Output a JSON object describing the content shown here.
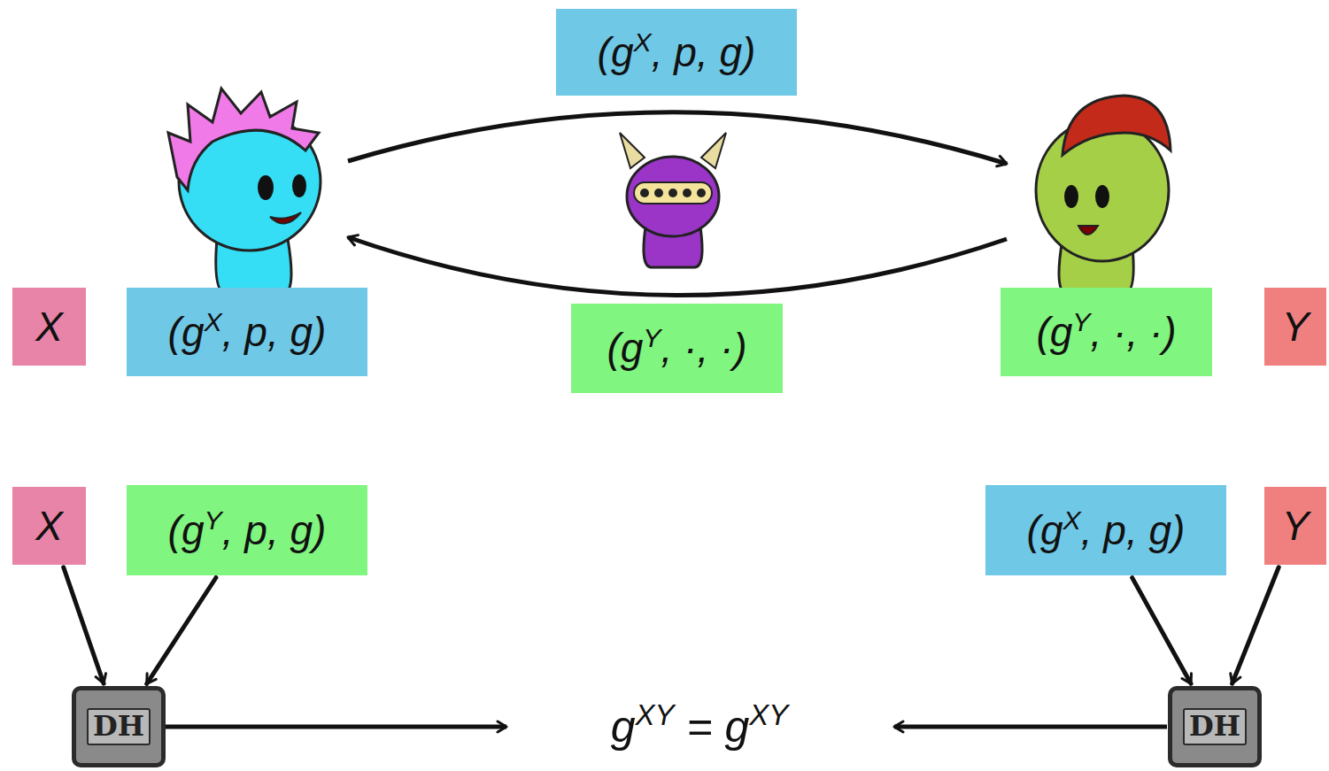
{
  "diagram": {
    "nodes": [
      {
        "text": [
          "(gX, p, g)"
        ]
      },
      {
        "text": [
          "X"
        ]
      },
      {
        "text": [
          "(gX, p, g)"
        ]
      },
      {
        "text": [
          "(gY, ·, ·)"
        ]
      },
      {
        "text": [
          "(gY, ·, ·)"
        ]
      },
      {
        "text": [
          "Y"
        ]
      },
      {
        "text": [
          "X"
        ]
      },
      {
        "text": [
          "(gY, p, g)"
        ]
      },
      {
        "text": [
          "(gX, p, g)"
        ]
      },
      {
        "text": [
          "Y"
        ]
      },
      {
        "text": [
          "DH"
        ]
      },
      {
        "text": [
          "DH"
        ]
      }
    ],
    "edges": [
      {
        "from": 6,
        "to": 10,
        "arrow": "to"
      },
      {
        "from": 7,
        "to": 10,
        "arrow": "to"
      },
      {
        "from": 8,
        "to": 11,
        "arrow": "to"
      },
      {
        "from": 9,
        "to": 11,
        "arrow": "to"
      }
    ],
    "labels": [
      "gXY = gXY"
    ]
  }
}
